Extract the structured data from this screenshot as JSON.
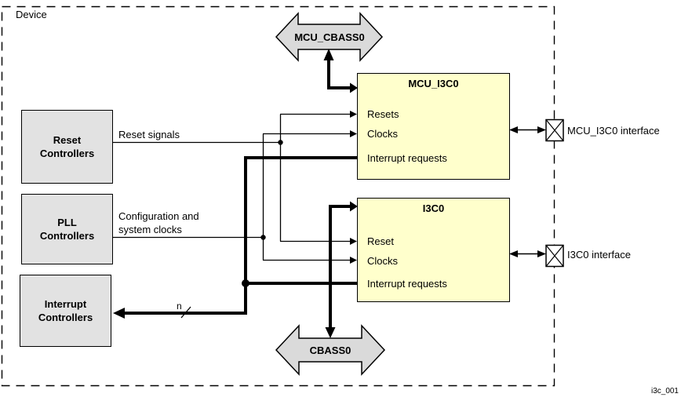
{
  "device": {
    "label": "Device"
  },
  "watermark": "i3c_001",
  "buses": {
    "mcu_cbass0": {
      "label": "MCU_CBASS0"
    },
    "cbass0": {
      "label": "CBASS0"
    }
  },
  "controllers": {
    "reset": {
      "line1": "Reset",
      "line2": "Controllers"
    },
    "pll": {
      "line1": "PLL",
      "line2": "Controllers"
    },
    "interrupt": {
      "line1": "Interrupt",
      "line2": "Controllers"
    }
  },
  "modules": {
    "mcu_i3c0": {
      "title": "MCU_I3C0",
      "rows": [
        "Resets",
        "Clocks",
        "Interrupt requests"
      ]
    },
    "i3c0": {
      "title": "I3C0",
      "rows": [
        "Reset",
        "Clocks",
        "Interrupt requests"
      ]
    }
  },
  "interfaces": {
    "mcu_i3c0": {
      "label": "MCU_I3C0 interface"
    },
    "i3c0": {
      "label": "I3C0 interface"
    }
  },
  "signals": {
    "reset": "Reset signals",
    "config_line1": "Configuration and",
    "config_line2": "system clocks",
    "bus_width": "n"
  },
  "colors": {
    "module_fill": "#FFFFCC",
    "controller_fill": "#E2E2E2",
    "bus_fill": "#DADADA",
    "line": "#000000"
  }
}
